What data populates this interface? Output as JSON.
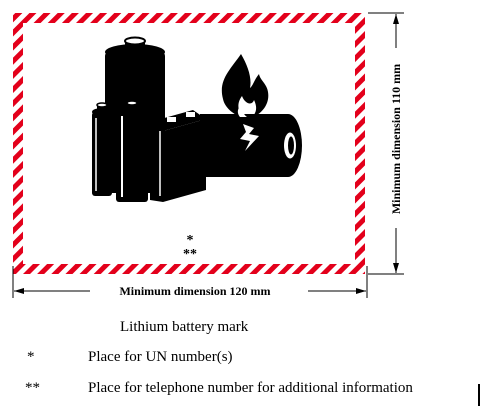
{
  "mark": {
    "un_number_placeholder": "*",
    "telephone_placeholder": "**",
    "width_label": "Minimum dimension 120 mm",
    "height_label": "Minimum dimension 110 mm",
    "border_colors": [
      "#e3001b",
      "#ffffff"
    ],
    "symbol_color": "#000000"
  },
  "caption": "Lithium battery mark",
  "legend": [
    {
      "symbol": "*",
      "text": "Place for UN number(s)"
    },
    {
      "symbol": "**",
      "text": "Place for telephone number for additional information"
    }
  ]
}
